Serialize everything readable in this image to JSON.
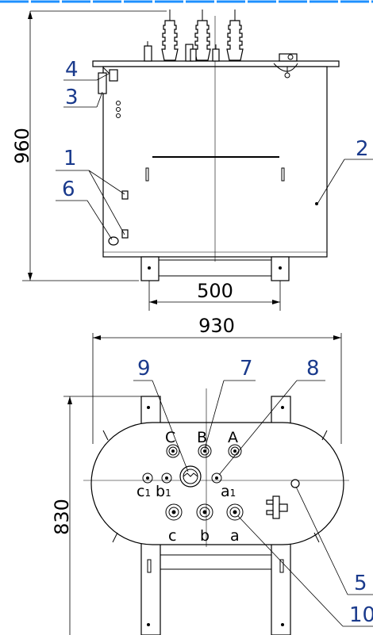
{
  "colors": {
    "callout_number": "#1a3a8c",
    "top_border": "#1e90ff",
    "line": "#000000"
  },
  "dimensions": {
    "height_front": "960",
    "base_width": "500",
    "overall_width": "930",
    "depth_top": "830"
  },
  "callouts": {
    "c1": "1",
    "c2": "2",
    "c3": "3",
    "c4": "4",
    "c5": "5",
    "c6": "6",
    "c7": "7",
    "c8": "8",
    "c9": "9",
    "c10": "10"
  },
  "phases": {
    "hv_c": "C",
    "hv_b": "B",
    "hv_a": "A",
    "lv_c1": "c",
    "lv_c1_sub": "1",
    "lv_b1": "b",
    "lv_b1_sub": "1",
    "lv_a1": "a",
    "lv_a1_sub": "1",
    "lv_c": "c",
    "lv_b": "b",
    "lv_a": "a"
  }
}
